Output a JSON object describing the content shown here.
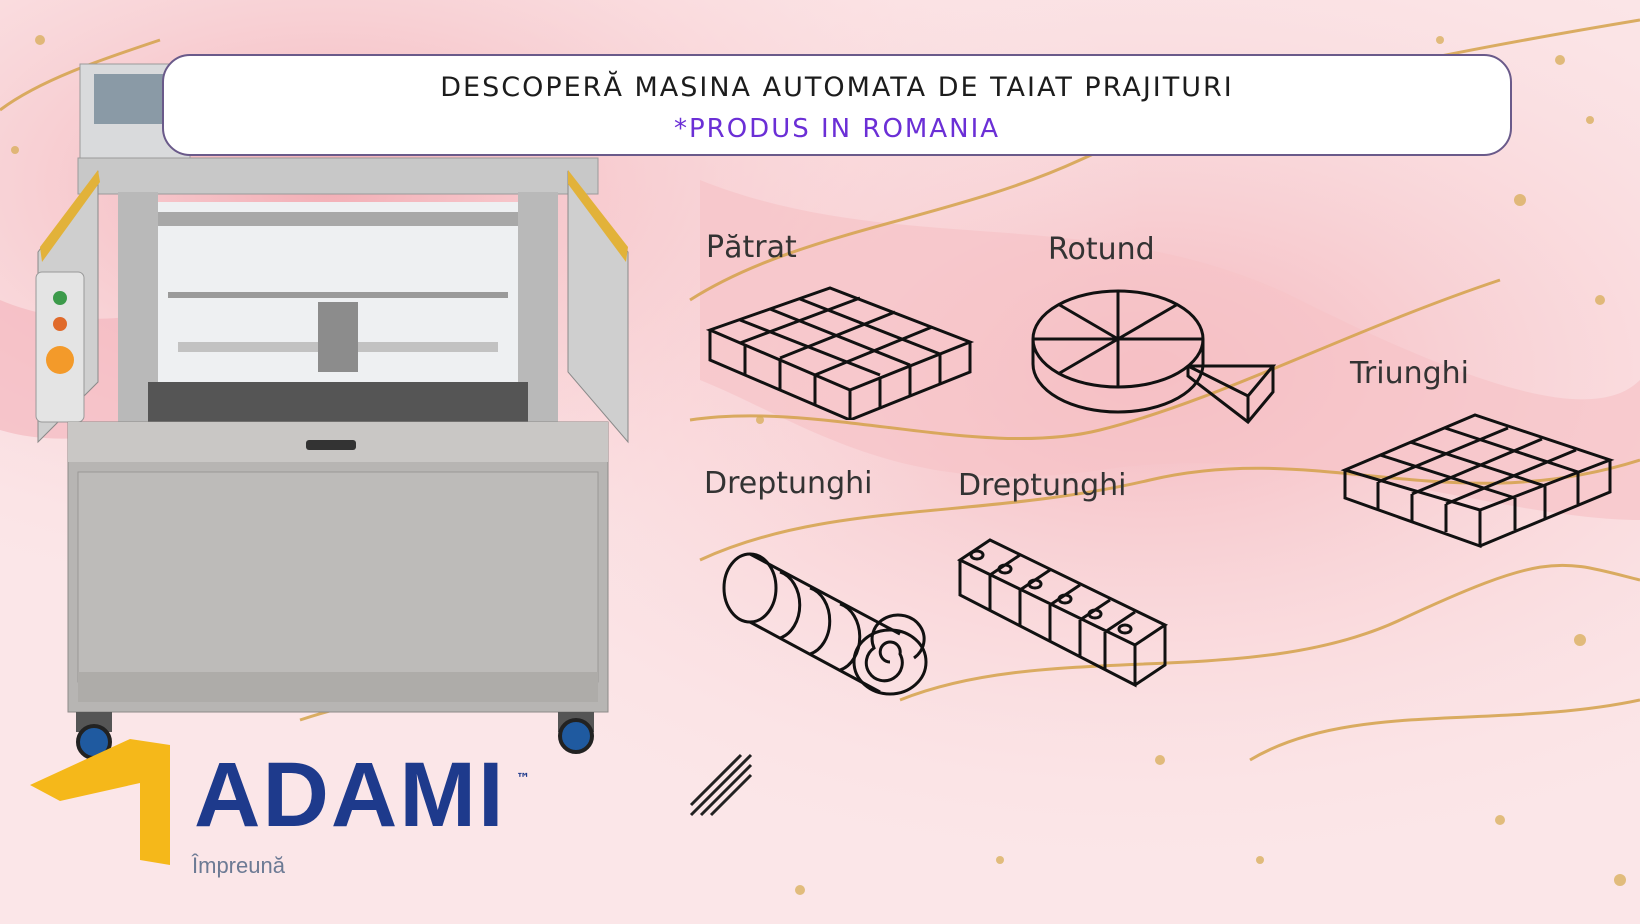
{
  "banner": {
    "title": "DESCOPERĂ MASINA AUTOMATA DE TAIAT PRAJITURI",
    "subtitle": "*PRODUS IN ROMANIA"
  },
  "shapes": {
    "patrat": "Pătrat",
    "rotund": "Rotund",
    "triunghi": "Triunghi",
    "dreptunghi_roll": "Dreptunghi",
    "dreptunghi_bar": "Dreptunghi"
  },
  "logo": {
    "name": "ADAMI",
    "tm": "™",
    "tagline": "Împreună"
  },
  "colors": {
    "subtitle": "#6b2fd6",
    "logo_blue": "#1e3a8c",
    "logo_yellow": "#f5b81a",
    "background": "#fbe4e6"
  }
}
